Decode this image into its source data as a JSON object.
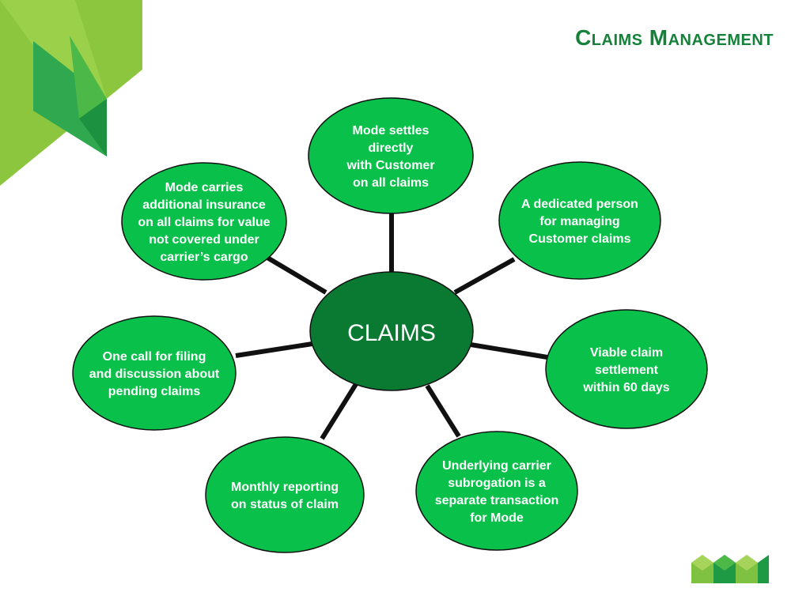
{
  "slide": {
    "title": "Claims Management"
  },
  "center": {
    "label": "CLAIMS"
  },
  "nodes": [
    {
      "id": "settles",
      "lines": [
        "Mode  settles",
        "directly",
        "with Customer",
        "on all claims"
      ]
    },
    {
      "id": "dedicated",
      "lines": [
        "A dedicated person",
        "for managing",
        "Customer claims"
      ]
    },
    {
      "id": "viable",
      "lines": [
        "Viable claim",
        "settlement",
        "within 60 days"
      ]
    },
    {
      "id": "subrogation",
      "lines": [
        "Underlying carrier",
        "subrogation is a",
        "separate transaction",
        "for Mode"
      ]
    },
    {
      "id": "reporting",
      "lines": [
        "Monthly reporting",
        "on status of claim"
      ]
    },
    {
      "id": "one-call",
      "lines": [
        "One call for filing",
        "and discussion about",
        "pending claims"
      ]
    },
    {
      "id": "insurance",
      "lines": [
        "Mode  carries",
        "additional insurance",
        "on all claims for value",
        "not covered under",
        "carrier’s cargo"
      ]
    }
  ],
  "colors": {
    "title": "#15813a",
    "node_fill": "#09c04a",
    "center_fill": "#0a7a33",
    "connector": "#111111",
    "node_text": "#ffffff",
    "logo_light": "#7fc241",
    "logo_dark": "#1e9a44"
  },
  "icons": {
    "corner_graphic": "green-chevron-logo-shape",
    "brand_logo": "mode-m-logo-icon"
  }
}
